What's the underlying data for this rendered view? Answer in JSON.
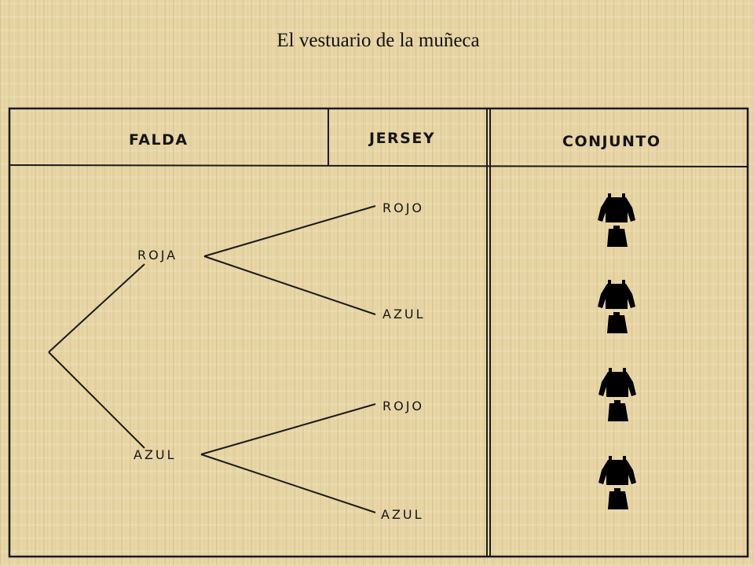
{
  "title": "El vestuario de la muñeca",
  "headers": {
    "falda": "FALDA",
    "jersey": "JERSEY",
    "conjunto": "CONJUNTO"
  },
  "tree": {
    "skirts": [
      {
        "label": "ROJA",
        "jerseys": [
          "ROJO",
          "AZUL"
        ]
      },
      {
        "label": "AZUL",
        "jerseys": [
          "ROJO",
          "AZUL"
        ]
      }
    ]
  },
  "outfits": [
    {
      "icon": "outfit-icon"
    },
    {
      "icon": "outfit-icon"
    },
    {
      "icon": "outfit-icon"
    },
    {
      "icon": "outfit-icon"
    }
  ]
}
